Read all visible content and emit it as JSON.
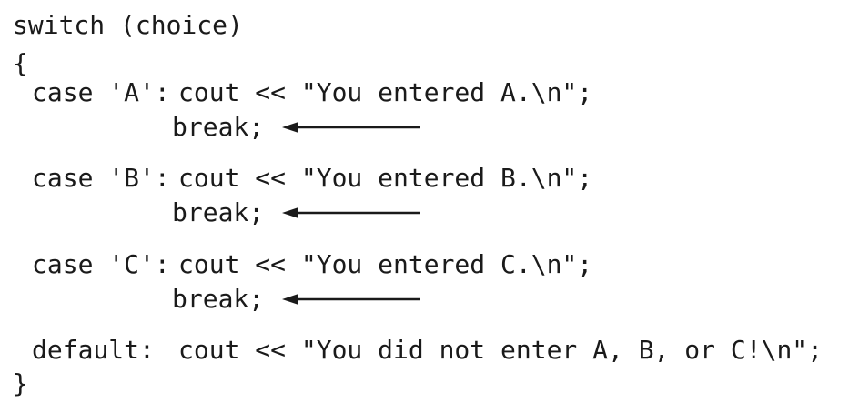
{
  "code": {
    "header": "switch (choice)",
    "open_brace": "{",
    "case_a": {
      "label": "case 'A':",
      "statement": "cout << \"You entered A.\\n\";",
      "break": "break;"
    },
    "case_b": {
      "label": "case 'B':",
      "statement": "cout << \"You entered B.\\n\";",
      "break": "break;"
    },
    "case_c": {
      "label": "case 'C':",
      "statement": "cout << \"You entered C.\\n\";",
      "break": "break;"
    },
    "default_case": {
      "label": "default:",
      "statement": "cout << \"You did not enter A, B, or C!\\n\";"
    },
    "close_brace": "}"
  },
  "colors": {
    "text": "#1a1a1a",
    "arrow": "#1a1a1a",
    "background": "#ffffff"
  }
}
